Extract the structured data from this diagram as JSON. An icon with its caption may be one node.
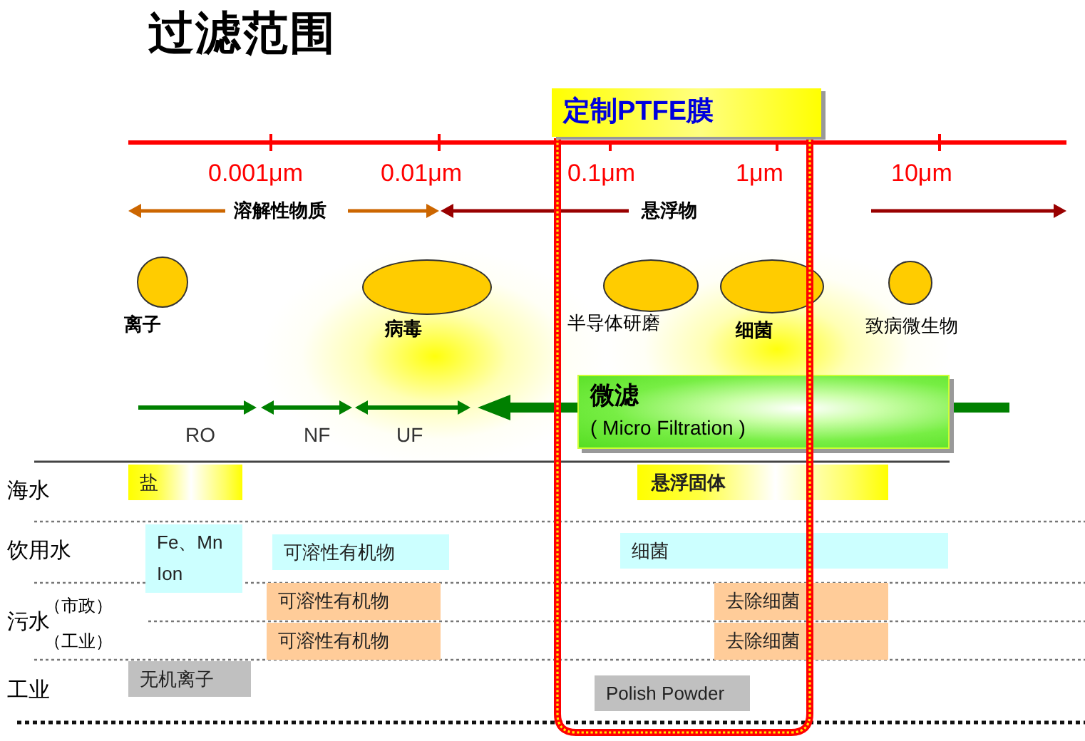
{
  "diagram": {
    "title": "过滤范围",
    "nodes": [
      {
        "text": [
          "定制PTFE膜"
        ]
      },
      {
        "text": [],
        "shape": "circle",
        "beside": [
          "离子"
        ]
      },
      {
        "text": [],
        "shape": "ellipse",
        "beside": [
          "病毒"
        ]
      },
      {
        "text": [],
        "shape": "ellipse",
        "beside": [
          "半导体研磨"
        ]
      },
      {
        "text": [],
        "shape": "ellipse",
        "beside": [
          "细菌"
        ]
      },
      {
        "text": [],
        "shape": "circle",
        "beside": [
          "致病微生物"
        ]
      },
      {
        "text": [
          "微滤",
          "( Micro Filtration )"
        ]
      },
      {
        "text": [
          "盐"
        ]
      },
      {
        "text": [
          "悬浮固体"
        ]
      },
      {
        "text": [
          "Fe、Mn Ion"
        ]
      },
      {
        "text": [
          "可溶性有机物"
        ]
      },
      {
        "text": [
          "细菌"
        ]
      },
      {
        "text": [
          "可溶性有机物"
        ]
      },
      {
        "text": [
          "去除细菌"
        ]
      },
      {
        "text": [
          "可溶性有机物"
        ]
      },
      {
        "text": [
          "去除细菌"
        ]
      },
      {
        "text": [
          "无机离子"
        ]
      },
      {
        "text": [
          "Polish Powder"
        ]
      }
    ],
    "labels": [
      "0.001μm",
      "0.01μm",
      "0.1μm",
      "1μm",
      "10μm",
      "溶解性物质",
      "悬浮物",
      "RO",
      "NF",
      "UF",
      "海水",
      "饮用水",
      "污水",
      "（市政）",
      "（工业）",
      "工业"
    ]
  }
}
